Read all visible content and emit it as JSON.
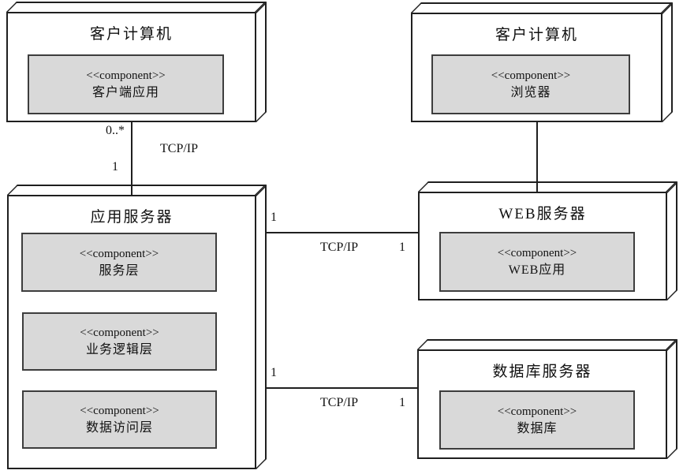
{
  "diagram": {
    "type": "uml-deployment-diagram",
    "nodes": [
      {
        "id": "client-computer-left",
        "title": "客户计算机",
        "components": [
          {
            "stereotype": "<<component>>",
            "name": "客户端应用"
          }
        ]
      },
      {
        "id": "client-computer-right",
        "title": "客户计算机",
        "components": [
          {
            "stereotype": "<<component>>",
            "name": "浏览器"
          }
        ]
      },
      {
        "id": "app-server",
        "title": "应用服务器",
        "components": [
          {
            "stereotype": "<<component>>",
            "name": "服务层"
          },
          {
            "stereotype": "<<component>>",
            "name": "业务逻辑层"
          },
          {
            "stereotype": "<<component>>",
            "name": "数据访问层"
          }
        ]
      },
      {
        "id": "web-server",
        "title": "WEB服务器",
        "components": [
          {
            "stereotype": "<<component>>",
            "name": "WEB应用"
          }
        ]
      },
      {
        "id": "db-server",
        "title": "数据库服务器",
        "components": [
          {
            "stereotype": "<<component>>",
            "name": "数据库"
          }
        ]
      }
    ],
    "connections": [
      {
        "from": "client-computer-left",
        "to": "app-server",
        "protocol": "TCP/IP",
        "from_multiplicity": "0..*",
        "to_multiplicity": "1"
      },
      {
        "from": "client-computer-right",
        "to": "web-server",
        "protocol": "",
        "from_multiplicity": "",
        "to_multiplicity": ""
      },
      {
        "from": "app-server",
        "to": "web-server",
        "protocol": "TCP/IP",
        "from_multiplicity": "1",
        "to_multiplicity": "1"
      },
      {
        "from": "app-server",
        "to": "db-server",
        "protocol": "TCP/IP",
        "from_multiplicity": "1",
        "to_multiplicity": "1"
      }
    ],
    "colors": {
      "background": "#ffffff",
      "node_fill": "#ffffff",
      "component_fill": "#d9d9d9",
      "line": "#1f1f1f"
    }
  }
}
